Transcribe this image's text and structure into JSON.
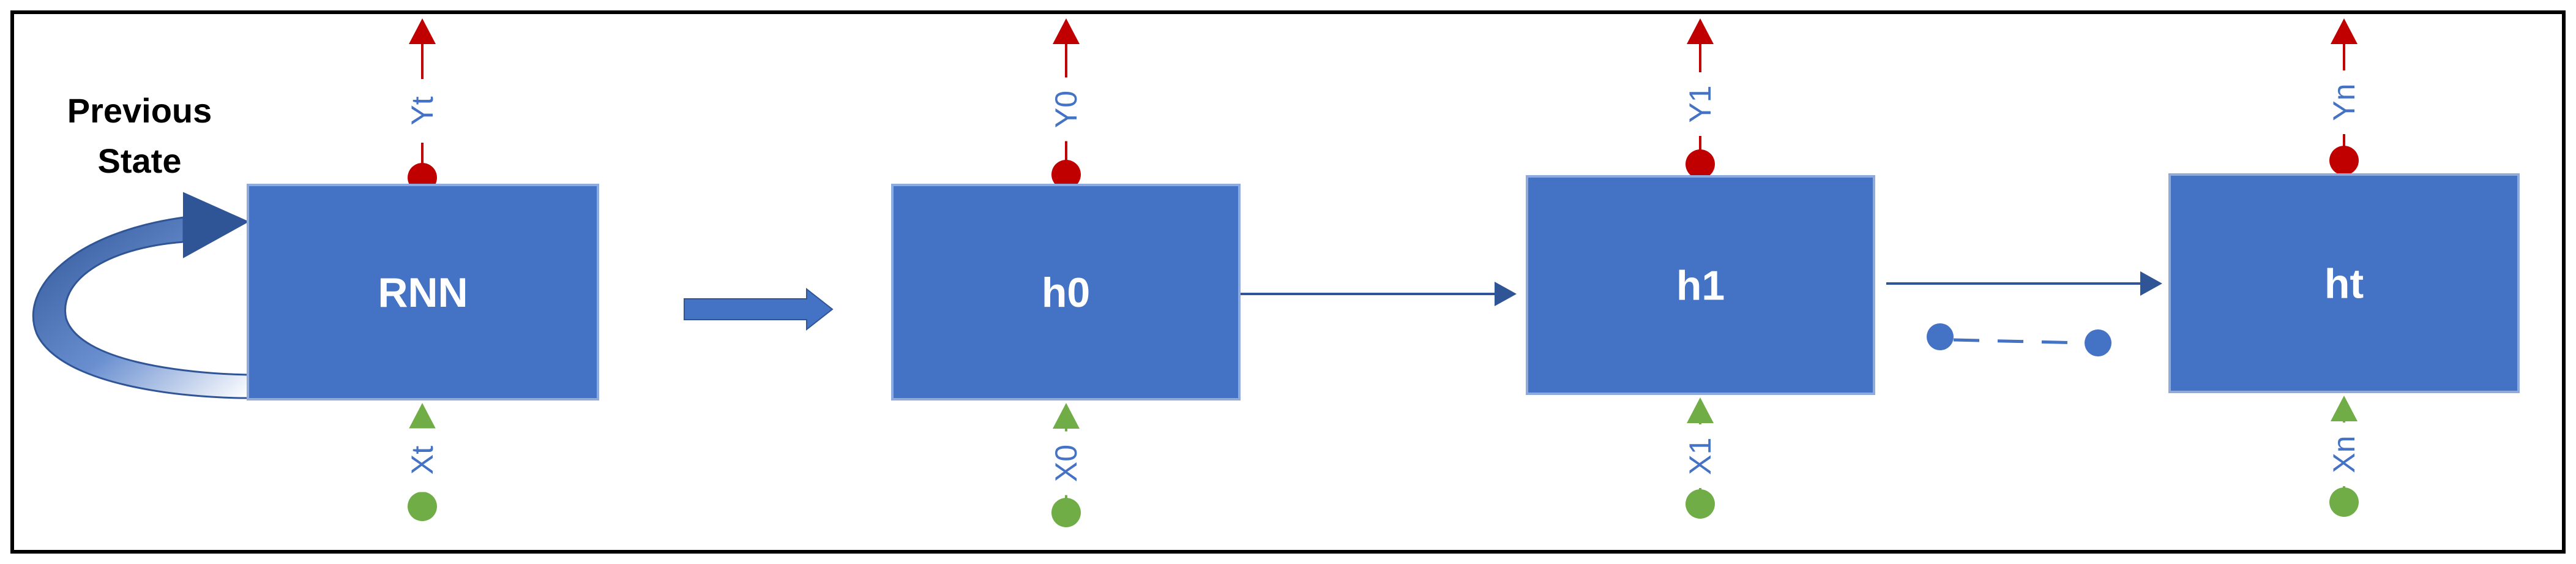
{
  "diagram": {
    "previous_state": {
      "line1": "Previous",
      "line2": "State"
    },
    "nodes": [
      {
        "label": "RNN",
        "output": "Yt",
        "input": "Xt"
      },
      {
        "label": "h0",
        "output": "Y0",
        "input": "X0"
      },
      {
        "label": "h1",
        "output": "Y1",
        "input": "X1"
      },
      {
        "label": "ht",
        "output": "Yn",
        "input": "Xn"
      }
    ]
  },
  "colors": {
    "box_fill": "#4472C4",
    "box_stroke": "#8FAADC",
    "output": "#C00000",
    "input": "#70AD47",
    "io_text": "#4472C4",
    "connector": "#2F5597",
    "frame": "#000000"
  }
}
